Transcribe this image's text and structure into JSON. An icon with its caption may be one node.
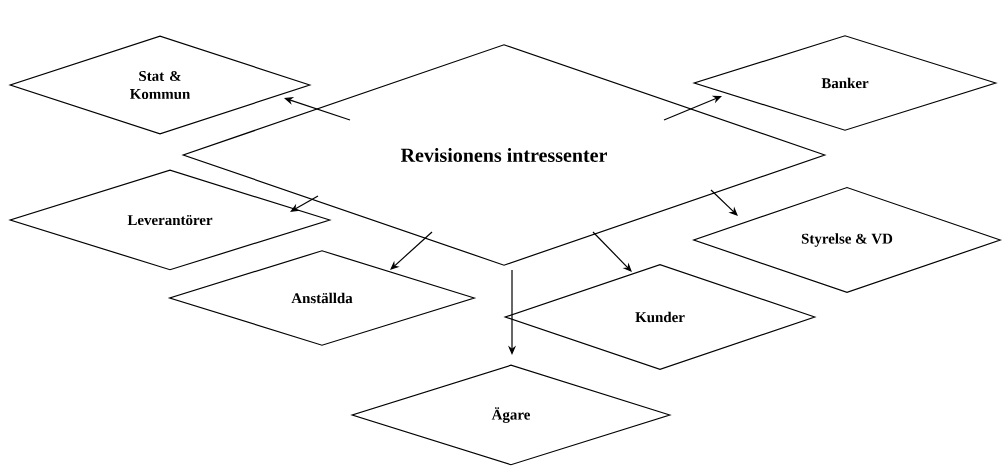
{
  "diagram": {
    "nodes": [
      {
        "text": [
          "Revisionens intressenter"
        ]
      },
      {
        "text": [
          "Stat & Kommun"
        ]
      },
      {
        "text": [
          "Banker"
        ]
      },
      {
        "text": [
          "Leverantörer"
        ]
      },
      {
        "text": [
          "Styrelse & VD"
        ]
      },
      {
        "text": [
          "Anställda"
        ]
      },
      {
        "text": [
          "Kunder"
        ]
      },
      {
        "text": [
          "Ägare"
        ]
      }
    ],
    "edges": [
      {
        "from": 0,
        "to": 1,
        "arrow": "to"
      },
      {
        "from": 0,
        "to": 2,
        "arrow": "to"
      },
      {
        "from": 0,
        "to": 3,
        "arrow": "to"
      },
      {
        "from": 0,
        "to": 4,
        "arrow": "to"
      },
      {
        "from": 0,
        "to": 5,
        "arrow": "to"
      },
      {
        "from": 0,
        "to": 6,
        "arrow": "to"
      },
      {
        "from": 0,
        "to": 7,
        "arrow": "to"
      }
    ]
  }
}
